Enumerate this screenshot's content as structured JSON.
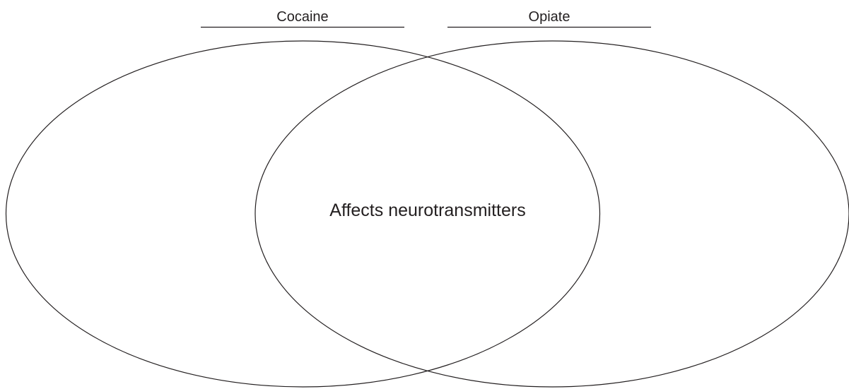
{
  "venn": {
    "left_title": "Cocaine",
    "right_title": "Opiate",
    "intersection_text": "Affects neurotransmitters"
  },
  "colors": {
    "stroke": "#231f20",
    "text": "#231f20",
    "background": "#ffffff"
  }
}
